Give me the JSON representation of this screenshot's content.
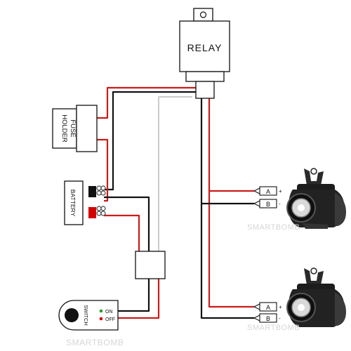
{
  "relay": {
    "label": "RELAY"
  },
  "fuse_holder": {
    "line1": "FUSE",
    "line2": "HOLDER"
  },
  "battery": {
    "label": "BATTERY"
  },
  "switch": {
    "label": "SWITCH",
    "on": "ON",
    "off": "OFF"
  },
  "connectors": {
    "light1": {
      "a": "A",
      "b": "B",
      "plus": "+",
      "minus": "-"
    },
    "light2": {
      "a": "A",
      "b": "B",
      "plus": "+",
      "minus": "-"
    }
  },
  "watermark": "SMARTBOMB",
  "colors": {
    "red_wire": "#cc1a1a",
    "black_wire": "#111111",
    "gray_wire": "#c8c8c8",
    "terminal_red": "#d40000"
  },
  "icons": [
    "relay-box",
    "fuse-holder",
    "battery-terminals",
    "switch-pad",
    "fog-light"
  ]
}
